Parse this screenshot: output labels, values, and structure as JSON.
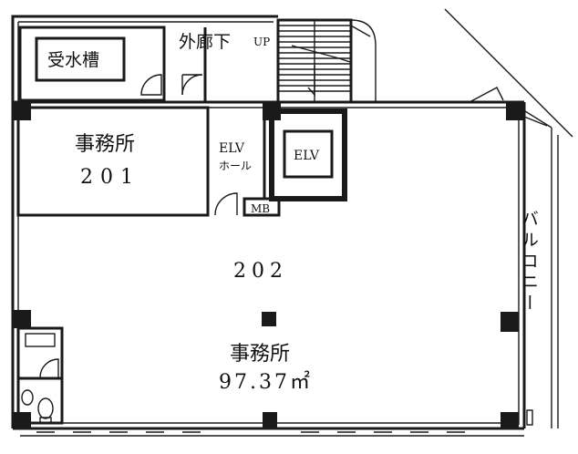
{
  "rooms": {
    "water_tank": "受水槽",
    "corridor": "外廊下",
    "up": "UP",
    "office201_name": "事務所",
    "office201_num": "201",
    "elv_hall_top": "ELV",
    "elv_hall_bottom": "ホール",
    "elv": "ELV",
    "mb": "MB",
    "office202_num": "202",
    "office202_name": "事務所",
    "office202_area": "97.37㎡",
    "balcony": "バルコニー"
  }
}
